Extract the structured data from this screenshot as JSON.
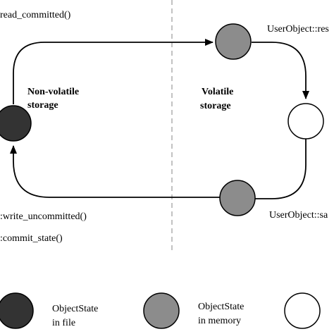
{
  "diagram": {
    "labels": {
      "read_committed": "read_committed()",
      "save_top": "UserObject::res",
      "write_uncommitted": ":write_uncommitted()",
      "commit_state": ":commit_state()",
      "save_bottom": "UserObject::sa"
    },
    "regions": {
      "non_volatile_line1": "Non-volatile",
      "non_volatile_line2": "storage",
      "volatile_line1": "Volatile",
      "volatile_line2": "storage"
    },
    "legend": {
      "file_line1": "ObjectState",
      "file_line2": "in file",
      "memory_line1": "ObjectState",
      "memory_line2": "in memory"
    },
    "colors": {
      "state_in_file": "#333333",
      "state_in_memory": "#8c8c8c",
      "state_empty": "#ffffff",
      "line": "#000000",
      "divider": "#9a9a9a"
    }
  }
}
